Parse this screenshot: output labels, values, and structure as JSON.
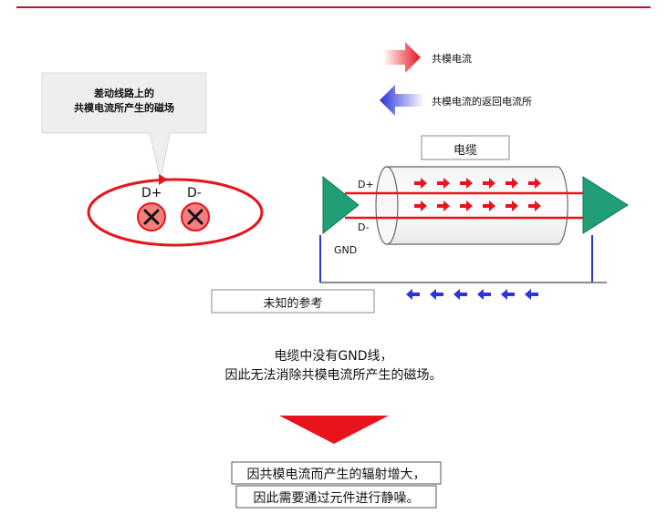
{
  "callout": {
    "line1": "差动线路上的",
    "line2": "共模电流所产生的磁场"
  },
  "signals": {
    "dplus_left": "D+",
    "dminus_left": "D-",
    "dplus_cable": "D+",
    "dminus_cable": "D-",
    "gnd": "GND"
  },
  "legend": {
    "common_mode_current": "共模电流",
    "return_current": "共模电流的返回电流所"
  },
  "cable_label": "电缆",
  "unknown_reference": "未知的参考",
  "explanation": {
    "line1": "电缆中没有GND线，",
    "line2": "因此无法消除共模电流所产生的磁场。"
  },
  "conclusion": {
    "line1": "因共模电流而产生的辐射增大，",
    "line2": "因此需要通过元件进行静噪。"
  },
  "colors": {
    "red": "#e8131c",
    "blue": "#2b34d9",
    "green": "#1f9e77",
    "callout_bg": "#eeeeee",
    "top_rule": "#c8102e"
  }
}
